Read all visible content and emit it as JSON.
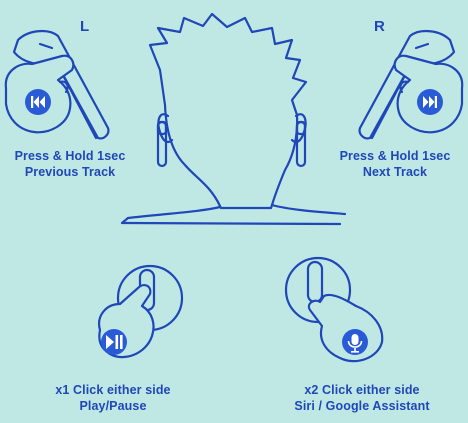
{
  "sides": {
    "left": "L",
    "right": "R"
  },
  "gestures": [
    {
      "id": "left-hold",
      "action": "Press & Hold 1sec",
      "result": "Previous Track",
      "icon": "previous-track-icon"
    },
    {
      "id": "right-hold",
      "action": "Press & Hold 1sec",
      "result": "Next Track",
      "icon": "next-track-icon"
    },
    {
      "id": "single-click",
      "action": "x1 Click either side",
      "result": "Play/Pause",
      "icon": "play-pause-icon"
    },
    {
      "id": "double-click",
      "action": "x2 Click either side",
      "result": "Siri / Google Assistant",
      "icon": "microphone-icon"
    }
  ],
  "colors": {
    "background": "#bfe8e4",
    "line": "#1f47b8",
    "accent": "#2a5bd7",
    "fill": "#bfe8e4"
  }
}
